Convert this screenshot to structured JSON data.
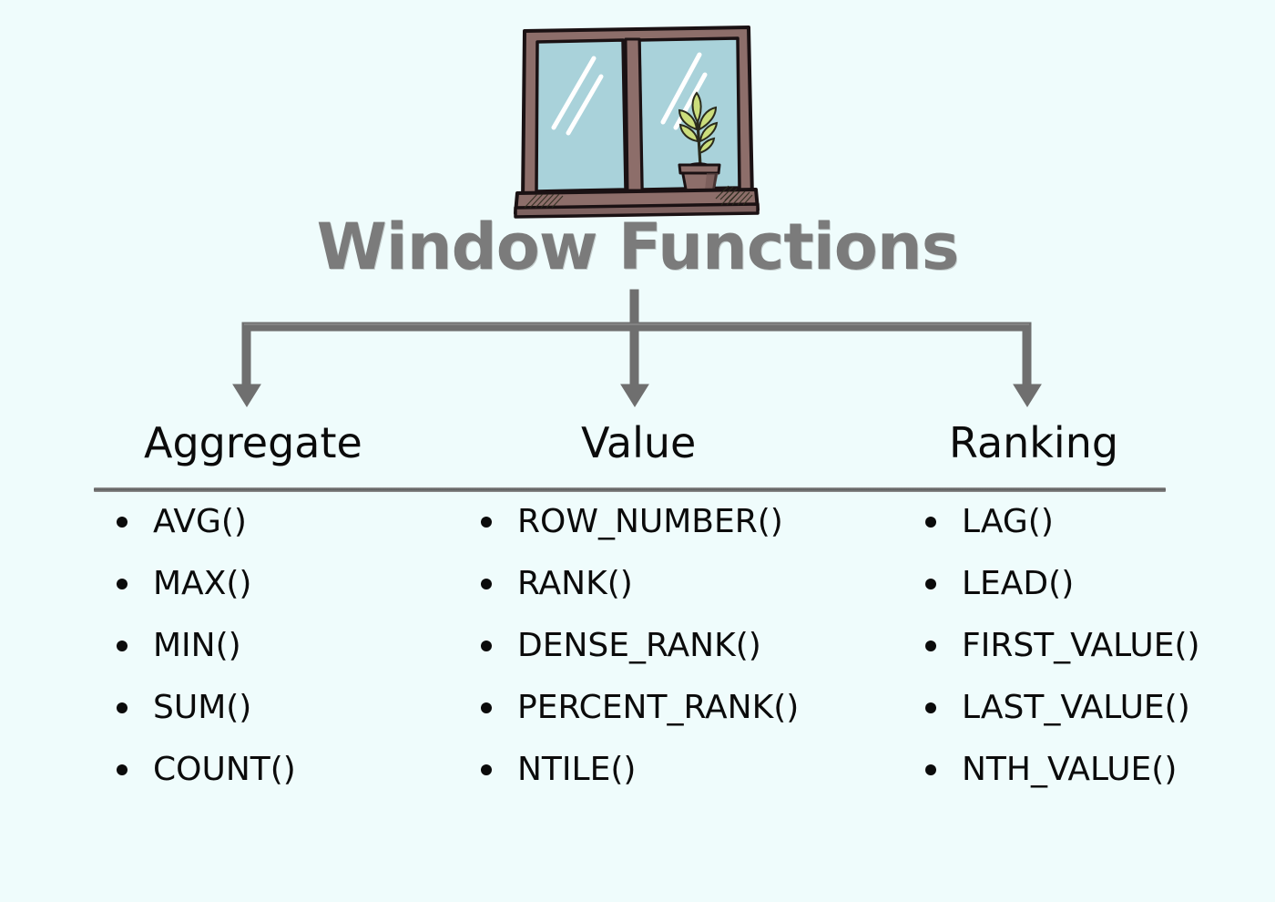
{
  "background_color": "#effcfc",
  "illustration": {
    "name": "window-with-plant",
    "frame_color": "#8d6e6a",
    "frame_outline_color": "#1a1113",
    "glass_color": "#a9d2da",
    "highlight_color": "#ffffff",
    "plant_leaf_color": "#cbdd7c",
    "plant_stem_color": "#2a2a1c",
    "pot_color": "#8d6e6a",
    "soil_color": "#1a1113"
  },
  "title": {
    "text": "Window Functions",
    "color": "#7b7b7b"
  },
  "connector": {
    "color": "#6f6f6f",
    "branch_count": 3
  },
  "columns": [
    {
      "header": "Aggregate",
      "items": [
        "AVG()",
        "MAX()",
        "MIN()",
        "SUM()",
        "COUNT()"
      ]
    },
    {
      "header": "Value",
      "items": [
        "ROW_NUMBER()",
        "RANK()",
        "DENSE_RANK()",
        "PERCENT_RANK()",
        "NTILE()"
      ]
    },
    {
      "header": "Ranking",
      "items": [
        "LAG()",
        "LEAD()",
        "FIRST_VALUE()",
        "LAST_VALUE()",
        "NTH_VALUE()"
      ]
    }
  ],
  "divider": {
    "color": "#5d5d5d"
  }
}
